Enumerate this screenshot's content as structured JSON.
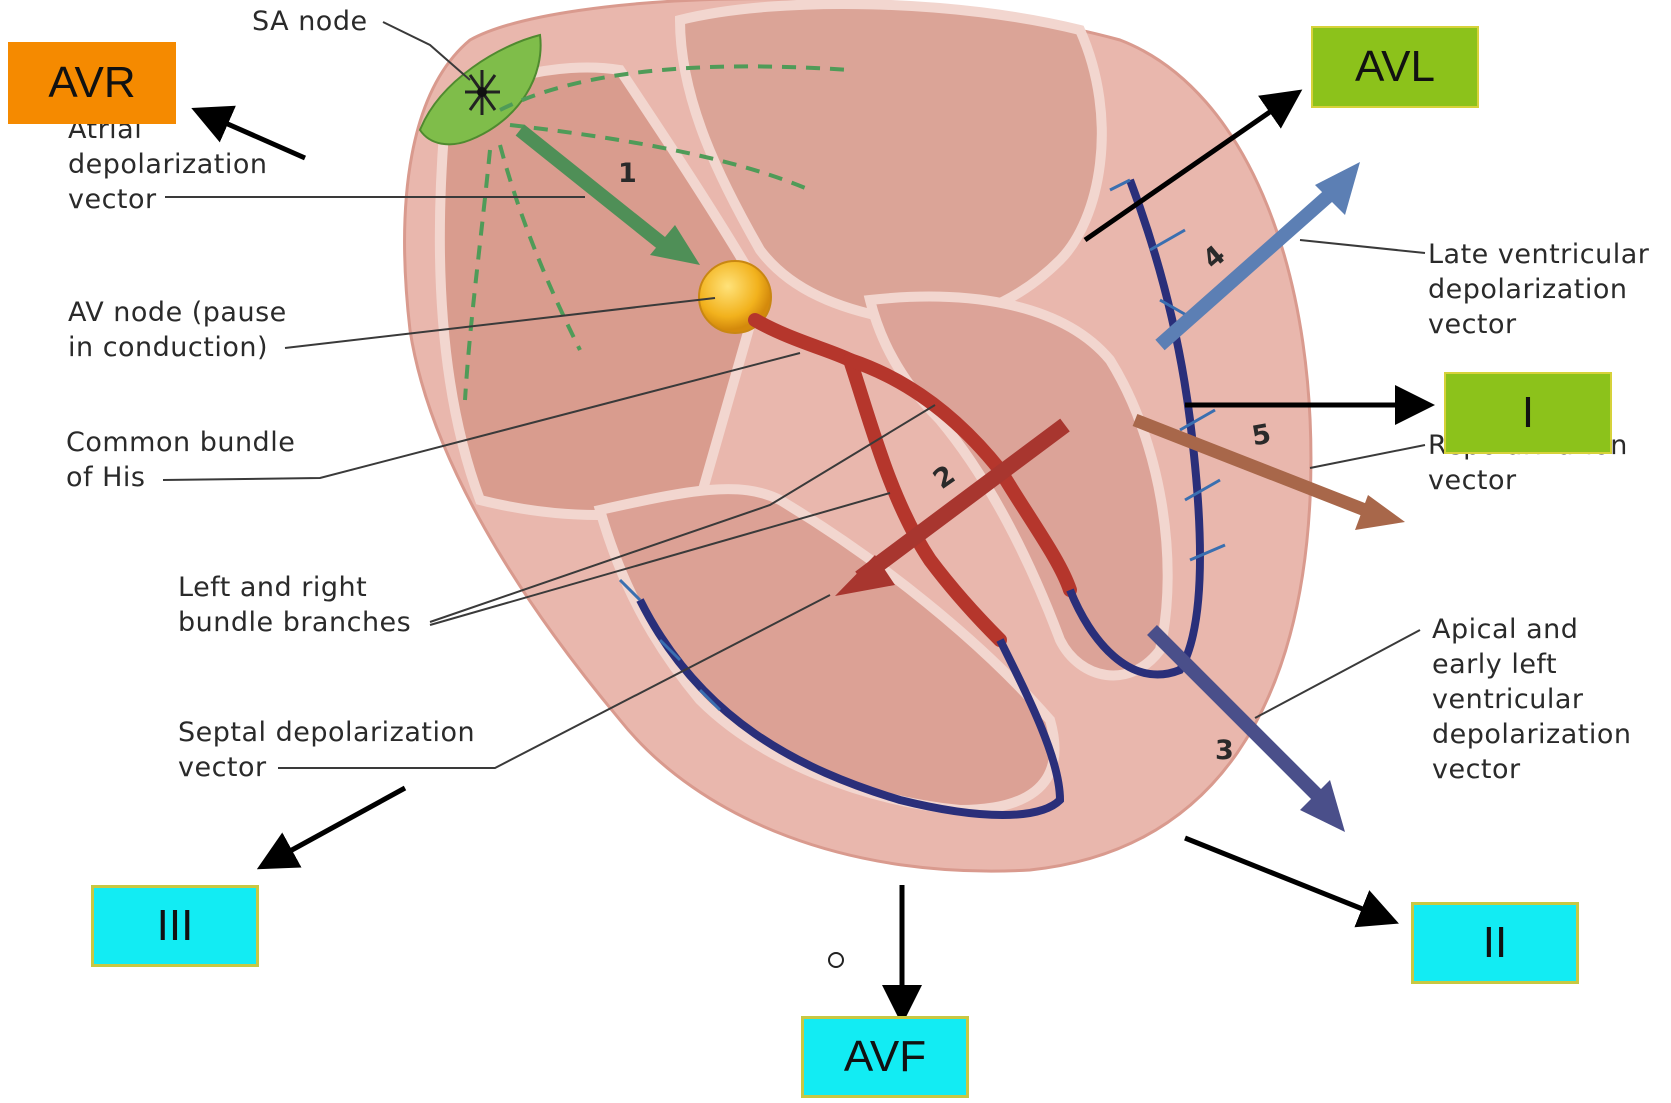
{
  "labels": {
    "sa_node": "SA node",
    "atrial": [
      "Atrial",
      "depolarization",
      "vector"
    ],
    "av_node": [
      "AV node (pause",
      "in conduction)"
    ],
    "his": [
      "Common bundle",
      "of His"
    ],
    "bundle_branches": [
      "Left and right",
      "bundle branches"
    ],
    "septal": [
      "Septal depolarization",
      "vector"
    ],
    "late_ventricular": [
      "Late ventricular",
      "depolarization",
      "vector"
    ],
    "repolarization": [
      "Repolarization",
      "vector"
    ],
    "apical": [
      "Apical and",
      "early left",
      "ventricular",
      "depolarization",
      "vector"
    ]
  },
  "leads": {
    "avr": "AVR",
    "avl": "AVL",
    "lead_i": "I",
    "lead_ii": "II",
    "lead_iii": "III",
    "avf": "AVF"
  },
  "vector_numbers": [
    "1",
    "2",
    "3",
    "4",
    "5"
  ],
  "colors": {
    "heart_outer": "#e9b3a9",
    "heart_inner": "#e7aa98",
    "green_vector": "#4f8f57",
    "red_vector": "#a8362f",
    "blue_vector": "#5c7fb4",
    "brown_vector": "#a8674a",
    "navy_vector": "#4a4f8a",
    "avr_box": "#f58a00",
    "green_box": "#8cc21b",
    "cyan_box": "#12ecf3"
  }
}
